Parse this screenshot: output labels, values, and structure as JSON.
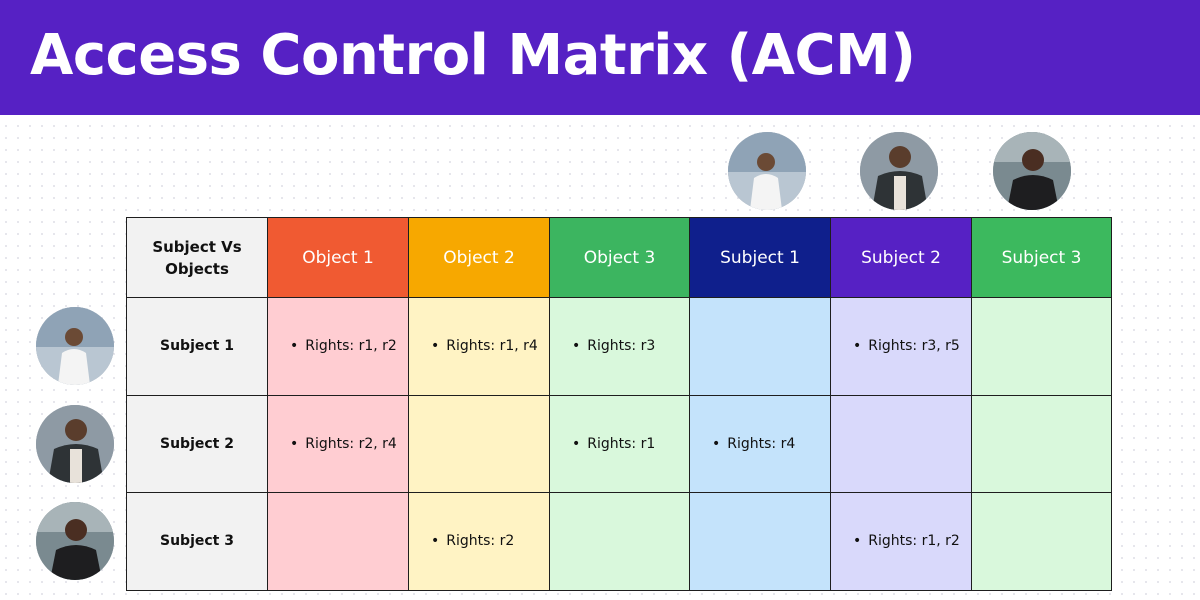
{
  "title": "Access Control Matrix (ACM)",
  "matrix": {
    "corner": "Subject Vs Objects",
    "columns": [
      {
        "label": "Object 1",
        "color": "#f05a32",
        "cell_color": "#ffcdd2",
        "bold": false
      },
      {
        "label": "Object 2",
        "color": "#f7a800",
        "cell_color": "#fff3c4",
        "bold": false
      },
      {
        "label": "Object 3",
        "color": "#3cb560",
        "cell_color": "#d9f8dc",
        "bold": false
      },
      {
        "label": "Subject 1",
        "color": "#0f1f8c",
        "cell_color": "#c4e3fb",
        "bold": true
      },
      {
        "label": "Subject 2",
        "color": "#5621c4",
        "cell_color": "#d9d9fb",
        "bold": false
      },
      {
        "label": "Subject 3",
        "color": "#3cb95e",
        "cell_color": "#d9f8dc",
        "bold": false
      }
    ],
    "rows": [
      {
        "label": "Subject 1",
        "cells": [
          "Rights: r1, r2",
          "Rights: r1, r4",
          "Rights: r3",
          "",
          "Rights: r3, r5",
          ""
        ]
      },
      {
        "label": "Subject 2",
        "cells": [
          "Rights: r2, r4",
          "",
          "Rights: r1",
          "Rights: r4",
          "",
          ""
        ]
      },
      {
        "label": "Subject 3",
        "cells": [
          "",
          "Rights: r2",
          "",
          "",
          "Rights: r1, r2",
          ""
        ]
      }
    ]
  },
  "icons": {
    "bullet": "bullet-dot",
    "avatar": "person-avatar-icon"
  }
}
